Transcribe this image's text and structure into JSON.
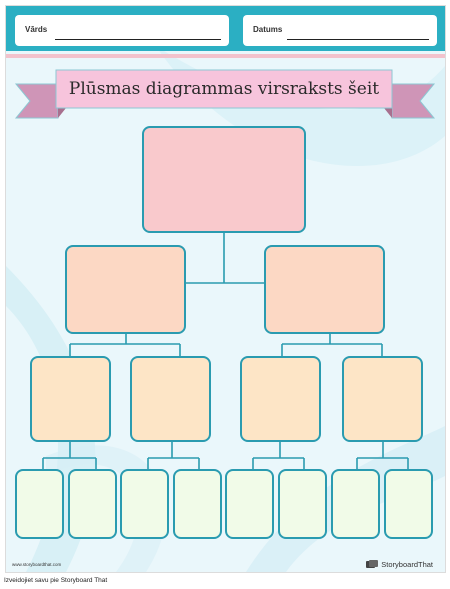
{
  "header": {
    "name_label": "Vārds",
    "date_label": "Datums"
  },
  "title": "Plūsmas diagrammas virsraksts šeit",
  "footer": {
    "url": "www.storyboardthat.com",
    "brand": "StoryboardThat"
  },
  "caption": "Izveidojiet savu pie Storyboard That",
  "colors": {
    "header_band": "#2bafc3",
    "ribbon": "#f7c4dc",
    "ribbon_tail": "#cf95b7",
    "box_border": "#2a9bb0",
    "level0_fill": "#f9c9cc",
    "level1_fill": "#fcd8c4",
    "level2_fill": "#fde5c6",
    "level3_fill": "#f1fbe8"
  }
}
